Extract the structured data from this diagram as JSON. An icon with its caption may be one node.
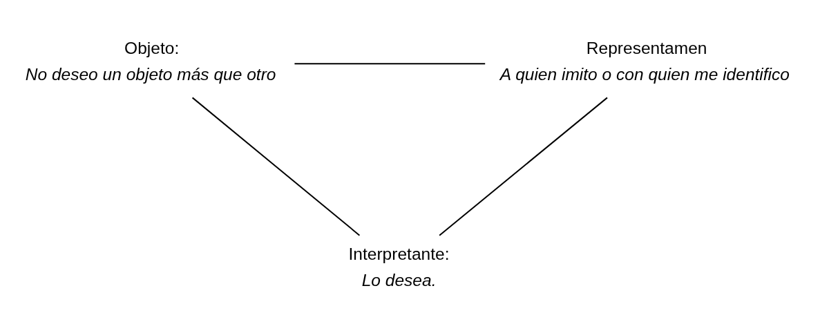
{
  "diagram": {
    "nodes": [
      {
        "text": [
          "Objeto:",
          "No deseo un objeto más que otro"
        ]
      },
      {
        "text": [
          "Representamen",
          "A quien imito o con quien me identifico"
        ]
      },
      {
        "text": [
          "Interpretante:",
          "Lo desea."
        ]
      }
    ],
    "edges": [
      {
        "from": 0,
        "to": 1,
        "arrow": "none"
      },
      {
        "from": 0,
        "to": 2,
        "arrow": "none"
      },
      {
        "from": 1,
        "to": 2,
        "arrow": "none"
      }
    ]
  }
}
